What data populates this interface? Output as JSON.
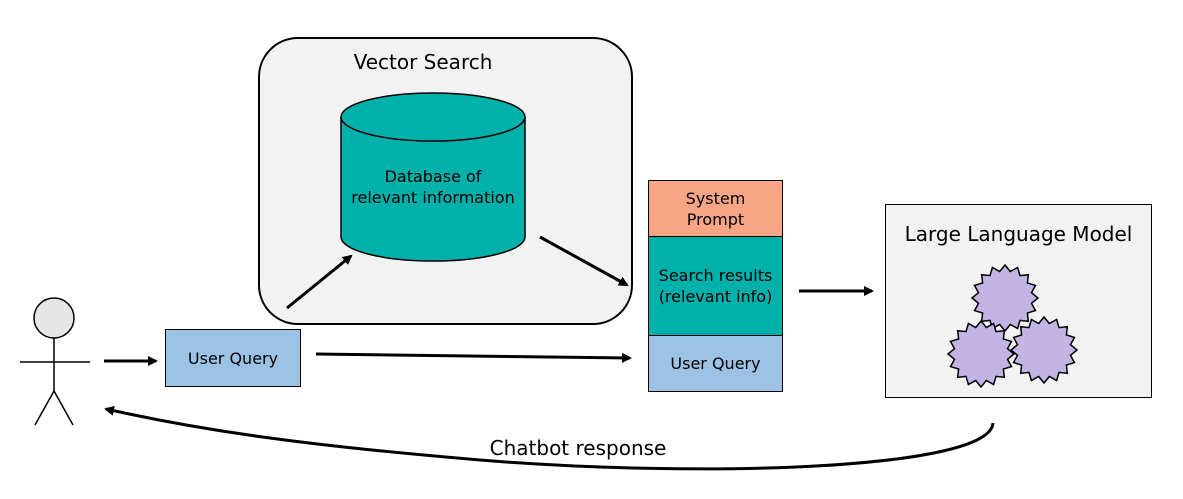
{
  "vector_search": {
    "title": "Vector Search"
  },
  "database": {
    "line1": "Database of",
    "line2": "relevant information"
  },
  "user_query_box": {
    "label": "User Query"
  },
  "prompt_stack": {
    "system_prompt_line1": "System",
    "system_prompt_line2": "Prompt",
    "search_results_line1": "Search results",
    "search_results_line2": "(relevant info)",
    "user_query": "User Query"
  },
  "llm": {
    "title": "Large Language Model"
  },
  "response": {
    "label": "Chatbot response"
  },
  "colors": {
    "database": "#00b0aa",
    "search_results": "#00b0aa",
    "system_prompt": "#f7a584",
    "user_query": "#9cc2e5",
    "gears": "#c3b4e3",
    "panel": "#f2f2f2"
  },
  "icons": [
    "user-stick-figure-icon",
    "database-cylinder-icon",
    "gear-icon"
  ]
}
